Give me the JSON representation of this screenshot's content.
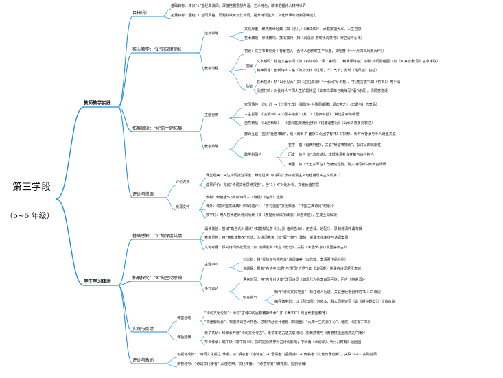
{
  "root": {
    "title": "第三学段",
    "subtitle": "（5~6 年级）"
  },
  "branches": {
    "teacher": "教师教学实践",
    "student": "学生学习体验"
  },
  "t": {
    "goal": "目标设计",
    "goal_a": "基础目标：精读“1”首经典诗词，深度挖掘思想内涵、艺术特色，精准把握诗人精神世界",
    "goal_b": "拓展目标：围绕“X”首同风格、同题材或可对比诗词，提升诗词鉴赏、文化传承与批判思维能力",
    "core": "核心教学：“1”的深度剖析",
    "sel": "选篇策略",
    "sel_a": "文化厚重：聚焦传世经典（如《示儿》《满江红》），承载家国大义、人生哲思",
    "sel_b": "艺术典范：拿法精巧、技法独特（如《浣溪沙·游蕲水清泉寺》对空清阿写法）",
    "flow": "教学流程",
    "flow_1": "初读：文言节奏划分＋背景拓入（含诗人创作时生平际遇，如吐蕃《十一月四日风雨大作》）",
    "und": "理解",
    "und_a": "文本解码：结合文言字词（如《石灰吟》“浑”“等闲”），精准译诗意；绘制“诗词脉络图”（如《天净沙·秋思》意象串联）",
    "und_b": "精神探寻：剖析诗人人格（如文天祥《过零丁洋》气节；苏轼《定风波》豁达）",
    "taste": "品鉴",
    "taste_a": "艺术技法：析“以小见大”（如《泊船瓜洲》“一水间”写乡愁）、“托物言志”（如《竹石》）等手法",
    "taste_b": "情感共鸣：对比诗人不同人生阶段作品（如李白早年与晚年写“酒”诗词），情情感变迁",
    "ext": "拓展阅读：“X”的主题拓展",
    "theme": "主题分类",
    "theme_a": "家国情怀：《示儿》→《过零丁洋》《破阵子·为陈同甫赋壮词以寄之》（忠勇与壮志衷肠）",
    "theme_b": "人生哲思：《浣溪沙》→《观书有感》（其二）《题西林壁》（辩证思考与顿悟）",
    "theme_c": "自然奇情：《山居秋暝》→《望洞庭湖赠张丞相》《钱塘湖春行》（山水情志多元表达）",
    "strat": "教学策略",
    "strat_a": "群诗互证：围绕“壮志难酬”，组《南乡子·登京口北固亭有怀》《书愤》，析时代背景与个人遭遇关联",
    "cross": "跨学科融合",
    "cross_a": "哲学：借《题西林壁》，关联“辩证唯物观”，探讨认知局限性",
    "cross_b": "历史：结合《己亥杂诗》，梳理晚清社会变革与诗人担当",
    "cross_c": "戏剧：将《十五从军征》改编成短剧，融入诗词对白与舞台场景",
    "evalres": "评价与资源",
    "evm": "评价方式",
    "evm_a": "课堂观察：关注诗词批注深度、辩论逻辑（如探讨“李白浪漫主义与杜甫现实主义优劣”）",
    "evm_b": "成果评价：完成“诗词文化思辨报告”，含“1＋X”对比分析、文化价值挖掘",
    "res": "资源支持",
    "res_a": "教材：统编版5-6年级诗词＋《诗经》《楚辞》选篇",
    "res_b": "课外：《唐诗鉴赏辞典》《宋词选评》；“学习强国”文化频道、“中国古典诗词”纪录片",
    "res_c": "数字化：用AI技术还原诗词场景（如《茅屋为秋风所破歌》风雪茅屋），生成互动解读",
    "perc": "基础感知：“1”的深度共情",
    "perc_a": "诵读体验：尝试“角色代入诵读”（如模拟陆游《示儿》临终告白），用吉琴、班配乐，录制诗词吟诵专辑",
    "perc_b": "意象重构：用“意象博物馆”形式，为诗词意象（如“雁”“柳”）建档，关联文化象征与诗词案例",
    "perc_c": "文化考据：探究诗词典故源流（如“廉颇老矣”出自《史记》，关联《永遇乐·京口北固亭怀古》）",
    "expl": "拓展探究：“X”的主动思辨",
    "deb": "主题争鸣",
    "deb_a": "对比辩：辩“豪放派与婉约派”诗词审美（以苏轼、李清照作品为例）",
    "deb_b": "专题探：思考“古诗中‘忠君’与‘爱国’边界”（如《出师表》关联古诗词君臣表达）",
    "multi": "多元表达",
    "multi_a": "语言创写：用“古今对话体”改写诗词（如现代人给李白写回信，回应《将进酒》）",
    "create": "创意输出",
    "create_a": "制作“诗词文化地图”：标注诗人行迹，关联途经地创作的“1＋X”诗词",
    "create_b": "编导微电影：以《别云间》为蓝本，融入同类诗词（如《狱中题壁》）营造意境",
    "prac": "实践与反馈",
    "class": "课堂活动",
    "class_a": "“诗词文化论坛”：研讨“古诗中的民族精神传承”（如《满江红》与当代爱国教育）",
    "class_b": "“跨途解码会”：根据诗词艺术特色、思想内涵设计谜题（如谜面：“九死一生的赤子心”，谜底：《过零丁洋》）",
    "after": "课后延伸",
    "after_a": "亲子共研：和家长开展“诗词文化考古”，走访本地古迹关联诗词（如黄鹤楼与《黄鹤楼送孟浩然之广陵》）",
    "after_b": "节日传承：端午读《端午即事》，探究屈原精神对古诗词影响；中秋诵《水调歌头·明月几时有》话团圆",
    "evst": "评价与激励",
    "evst_a": "可视化成长：“诗词文化段位”体系，从“解意者”（懂诗意）→“悟情者”（品情感）→“传薪者”（文化传承创新），关联“1＋X”实践成果",
    "evst_b": "荣誉称号：“诗词文化使者”（深度思辨、文化传播）、“诗意导演”（微电影、短剧创编）"
  }
}
